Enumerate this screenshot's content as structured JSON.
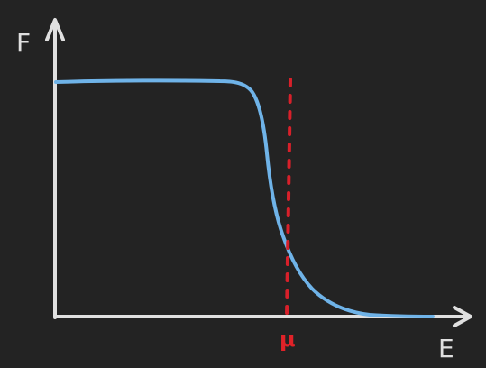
{
  "diagram": {
    "axes": {
      "y_label": "F",
      "x_label": "E"
    },
    "marker": {
      "label": "μ"
    },
    "colors": {
      "background": "#232323",
      "axis": "#e0e0e0",
      "curve": "#6fb3e8",
      "marker": "#d8202a",
      "marker_label": "#e02228"
    }
  }
}
